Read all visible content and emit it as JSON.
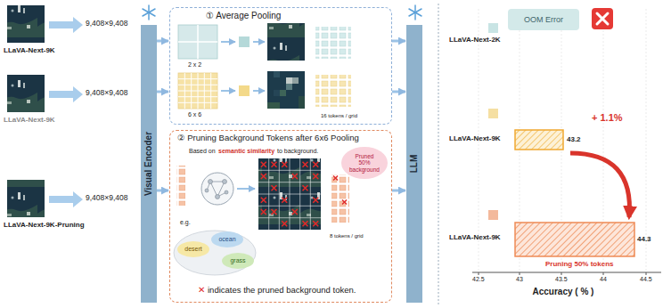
{
  "diagram": {
    "nodes": [
      {
        "text": [
          "Visual Encoder"
        ]
      },
      {
        "text": [
          "① Average Pooling"
        ]
      },
      {
        "text": [
          "② Pruning Background Tokens after 6x6 Pooling"
        ]
      },
      {
        "text": [
          "Pruned 50% background"
        ],
        "in": 2
      },
      {
        "text": [
          "desert"
        ],
        "in": 2
      },
      {
        "text": [
          "ocean"
        ],
        "in": 2
      },
      {
        "text": [
          "grass"
        ],
        "in": 2
      },
      {
        "text": [
          "LLM"
        ]
      },
      {
        "text": [
          "OOM Error"
        ]
      }
    ],
    "edges": [
      {
        "from": 0,
        "to": 1,
        "arrow": "to"
      },
      {
        "from": 0,
        "to": 1,
        "arrow": "to"
      },
      {
        "from": 0,
        "to": 2,
        "arrow": "to"
      },
      {
        "from": 1,
        "to": 7,
        "arrow": "to"
      },
      {
        "from": 1,
        "to": 7,
        "arrow": "to"
      },
      {
        "from": 2,
        "to": 7,
        "arrow": "to"
      }
    ],
    "labels": [
      "9,408×9,408",
      "LLaVA-Next-9K",
      "9,408×9,408",
      "LLaVA-Next-9K",
      "9,408×9,408",
      "LLaVA-Next-9K-Pruning",
      "2 x 2",
      "6 x 6",
      "16 tokens / grid",
      "Based on",
      "semantic similarity",
      "to background.",
      "e.g.",
      "8 tokens / grid",
      "✕",
      "indicates the pruned background token.",
      "LLaVA-Next-2K",
      "LLaVA-Next-9K",
      "43.2",
      "+ 1.1%",
      "LLaVA-Next-9K",
      "44.3",
      "Pruning 50% tokens",
      "42.5",
      "43",
      "43.5",
      "44",
      "44.5",
      "Accuracy ( % )"
    ]
  }
}
